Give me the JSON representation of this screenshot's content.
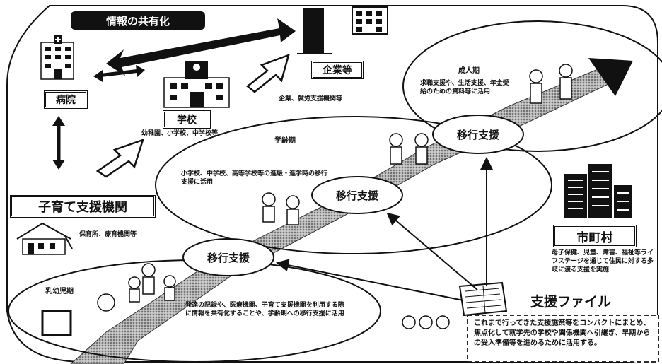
{
  "title_banner": "情報の共有化",
  "institutions": {
    "hospital": "病院",
    "school": "学校",
    "school_note": "幼稚園、小学校、中学校等",
    "company": "企業等",
    "company_note": "企業、就労支援機関等",
    "childcare": "子育て支援機関",
    "childcare_note": "保育所、療育機関等",
    "municipality": "市町村",
    "municipality_note": "母子保健、児童、障害、福祉等ライフステージを通じて住民に対する多岐に渡る支援を実施"
  },
  "stages": {
    "infant": {
      "title": "乳幼児期",
      "note": "発達の記録や、医療機関、子育て支援機関を利用する際に情報を共有化することや、学齢期への移行支援に活用"
    },
    "school_age": {
      "title": "学齢期",
      "note": "小学校、中学校、高等学校等の進級・進学時の移行支援に活用"
    },
    "adult": {
      "title": "成人期",
      "note": "求職支援や、生活支援、年金受給のための資料等に活用"
    }
  },
  "transition_label": "移行支援",
  "support_file": {
    "title": "支援ファイル",
    "note": "これまで行ってきた支援施策等をコンパクトにまとめ、焦点化して就学先の学校や関係機関へ引継ぎ、早期からの受入準備等を進めるために活用する。"
  },
  "colors": {
    "ink": "#111111",
    "background": "#ffffff",
    "road": "#8a8a8a"
  }
}
